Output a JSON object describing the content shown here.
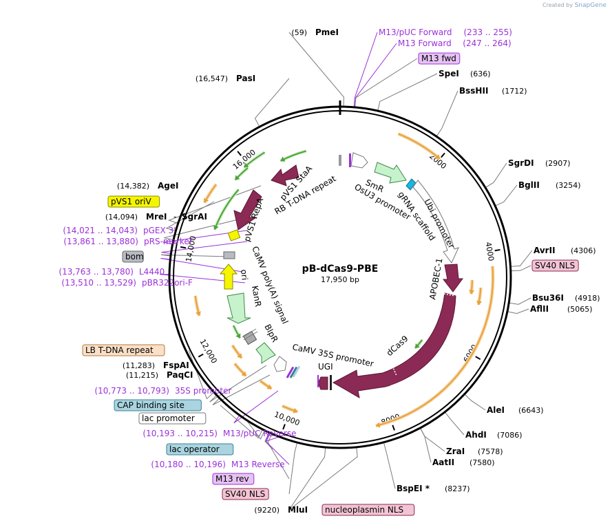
{
  "credit": {
    "prefix": "Created by",
    "brand": "SnapGene"
  },
  "plasmid": {
    "name": "pB-dCas9-PBE",
    "size_label": "17,950 bp",
    "total_bp": 17950
  },
  "tick_labels": [
    {
      "label": "2000",
      "bp": 2000
    },
    {
      "label": "4000",
      "bp": 4000
    },
    {
      "label": "6000",
      "bp": 6000
    },
    {
      "label": "8000",
      "bp": 8000
    },
    {
      "label": "10,000",
      "bp": 10000
    },
    {
      "label": "12,000",
      "bp": 12000
    },
    {
      "label": "14,000",
      "bp": 14000
    },
    {
      "label": "16,000",
      "bp": 16000
    }
  ],
  "sites": [
    {
      "pos": "(59)",
      "name": "PmeI",
      "bp": 59,
      "color": "#000000",
      "side": "left",
      "bold": true
    },
    {
      "pos": "",
      "name": "M13/pUC Forward",
      "range": "(233 .. 255)",
      "bp": 233,
      "color": "#9b30d9",
      "side": "right"
    },
    {
      "pos": "",
      "name": "M13 Forward",
      "range": "(247 .. 264)",
      "bp": 247,
      "color": "#9b30d9",
      "side": "right"
    },
    {
      "pos": "",
      "name": "M13 fwd",
      "bp": 250,
      "color": "#000000",
      "side": "right",
      "box": "#e6c3f2",
      "boxborder": "#9b30d9"
    },
    {
      "pos": "(636)",
      "name": "SpeI",
      "bp": 636,
      "color": "#000000",
      "side": "right",
      "bold": true
    },
    {
      "pos": "(1712)",
      "name": "BssHII",
      "bp": 1712,
      "color": "#000000",
      "side": "right",
      "bold": true
    },
    {
      "pos": "(2907)",
      "name": "SgrDI",
      "bp": 2907,
      "color": "#000000",
      "side": "right",
      "bold": true
    },
    {
      "pos": "(3254)",
      "name": "BglII",
      "bp": 3254,
      "color": "#000000",
      "side": "right",
      "bold": true
    },
    {
      "pos": "(4306)",
      "name": "AvrII",
      "bp": 4306,
      "color": "#000000",
      "side": "right",
      "bold": true
    },
    {
      "pos": "",
      "name": "SV40 NLS",
      "bp": 4380,
      "color": "#000000",
      "side": "right",
      "box": "#f2c4d4",
      "boxborder": "#8b2a55"
    },
    {
      "pos": "(4918)",
      "name": "Bsu36I",
      "bp": 4918,
      "color": "#000000",
      "side": "right",
      "bold": true
    },
    {
      "pos": "(5065)",
      "name": "AflII",
      "bp": 5065,
      "color": "#000000",
      "side": "right",
      "bold": true
    },
    {
      "pos": "(6643)",
      "name": "AleI",
      "bp": 6643,
      "color": "#000000",
      "side": "right",
      "bold": true
    },
    {
      "pos": "(7086)",
      "name": "AhdI",
      "bp": 7086,
      "color": "#000000",
      "side": "right",
      "bold": true
    },
    {
      "pos": "(7578)",
      "name": "ZraI",
      "bp": 7578,
      "color": "#000000",
      "side": "right",
      "bold": true
    },
    {
      "pos": "(7580)",
      "name": "AatII",
      "bp": 7580,
      "color": "#000000",
      "side": "right",
      "bold": true
    },
    {
      "pos": "(8237)",
      "name": "BspEI *",
      "bp": 8237,
      "color": "#000000",
      "side": "right",
      "bold": true
    },
    {
      "pos": "",
      "name": "nucleoplasmin NLS",
      "bp": 8700,
      "color": "#000000",
      "side": "left",
      "box": "#f2c4d4",
      "boxborder": "#8b2a55"
    },
    {
      "pos": "(9220)",
      "name": "MluI",
      "bp": 9220,
      "color": "#000000",
      "side": "left",
      "bold": true
    },
    {
      "pos": "",
      "name": "SV40 NLS",
      "bp": 9700,
      "color": "#000000",
      "side": "left",
      "box": "#f2c4d4",
      "boxborder": "#8b2a55"
    },
    {
      "pos": "",
      "name": "M13 rev",
      "bp": 10150,
      "color": "#000000",
      "side": "left",
      "box": "#e6c3f2",
      "boxborder": "#9b30d9"
    },
    {
      "pos": "",
      "name": "M13 Reverse",
      "range": "(10,180 .. 10,196)",
      "bp": 10180,
      "color": "#9b30d9",
      "side": "left"
    },
    {
      "pos": "",
      "name": "lac operator",
      "bp": 10200,
      "color": "#000000",
      "side": "left",
      "box": "#a9d4e0",
      "boxborder": "#3a7f96"
    },
    {
      "pos": "",
      "name": "M13/pUC Reverse",
      "range": "(10,193 .. 10,215)",
      "bp": 10193,
      "color": "#9b30d9",
      "side": "left"
    },
    {
      "pos": "",
      "name": "lac promoter",
      "bp": 10280,
      "color": "#000000",
      "side": "left",
      "box": "#ffffff",
      "boxborder": "#777777"
    },
    {
      "pos": "",
      "name": "CAP binding site",
      "bp": 10320,
      "color": "#000000",
      "side": "left",
      "box": "#a9d4e0",
      "boxborder": "#3a7f96"
    },
    {
      "pos": "",
      "name": "35S promoter",
      "range": "(10,773 .. 10,793)",
      "bp": 10773,
      "color": "#9b30d9",
      "side": "left"
    },
    {
      "pos": "(11,215)",
      "name": "PaqCI",
      "bp": 11215,
      "color": "#000000",
      "side": "left",
      "bold": true
    },
    {
      "pos": "(11,283)",
      "name": "FspAI",
      "bp": 11283,
      "color": "#000000",
      "side": "left",
      "bold": true
    },
    {
      "pos": "",
      "name": "LB T-DNA repeat",
      "bp": 11350,
      "color": "#000000",
      "side": "left",
      "box": "#fbe0c8",
      "boxborder": "#b07840"
    },
    {
      "pos": "",
      "name": "pBR322ori-F",
      "range": "(13,510 .. 13,529)",
      "bp": 13510,
      "color": "#9b30d9",
      "side": "left"
    },
    {
      "pos": "",
      "name": "L4440",
      "range": "(13,763 .. 13,780)",
      "bp": 13763,
      "color": "#9b30d9",
      "side": "left"
    },
    {
      "pos": "",
      "name": "bom",
      "bp": 13820,
      "color": "#000000",
      "side": "left",
      "box": "#b8bcc2",
      "boxborder": "#666666"
    },
    {
      "pos": "",
      "name": "pRS-marker",
      "range": "(13,861 .. 13,880)",
      "bp": 13861,
      "color": "#9b30d9",
      "side": "left"
    },
    {
      "pos": "",
      "name": "pGEX 3'",
      "range": "(14,021 .. 14,043)",
      "bp": 14021,
      "color": "#9b30d9",
      "side": "left"
    },
    {
      "pos": "(14,094)",
      "name": "MreI",
      "name2": "SgrAI",
      "bp": 14094,
      "color": "#000000",
      "side": "left",
      "bold": true
    },
    {
      "pos": "",
      "name": "pVS1 oriV",
      "bp": 14250,
      "color": "#000000",
      "side": "left",
      "box": "#f5f500",
      "boxborder": "#8a8a00"
    },
    {
      "pos": "(14,382)",
      "name": "AgeI",
      "bp": 14382,
      "color": "#000000",
      "side": "left",
      "bold": true
    },
    {
      "pos": "(16,547)",
      "name": "PasI",
      "bp": 16547,
      "color": "#000000",
      "side": "left",
      "bold": true
    }
  ],
  "features": [
    {
      "name": "SmR",
      "color": "#c6f2cc",
      "stroke": "#3c8a48"
    },
    {
      "name": "gRNA scaffold",
      "color": "#19b6e0",
      "stroke": "#0b7090"
    },
    {
      "name": "OsU3 promoter",
      "color": "#ffffff",
      "stroke": "#777777"
    },
    {
      "name": "Ubi promoter",
      "color": "#ffffff",
      "stroke": "#777777"
    },
    {
      "name": "APOBEC-1",
      "color": "#8b2a55",
      "stroke": "#5a1535"
    },
    {
      "name": "dCas9",
      "color": "#8b2a55",
      "stroke": "#5a1535"
    },
    {
      "name": "UGI",
      "color": "#8b2a55",
      "stroke": "#5a1535"
    },
    {
      "name": "CaMV 35S promoter",
      "color": "#ffffff",
      "stroke": "#777777"
    },
    {
      "name": "BlpR",
      "color": "#c6f2cc",
      "stroke": "#3c8a48"
    },
    {
      "name": "CaMV poly(A) signal",
      "color": "#ffffff",
      "stroke": "#777777"
    },
    {
      "name": "KanR",
      "color": "#c6f2cc",
      "stroke": "#3c8a48"
    },
    {
      "name": "ori",
      "color": "#f5f500",
      "stroke": "#8a8a00"
    },
    {
      "name": "pVS1 RepA",
      "color": "#8b2a55",
      "stroke": "#5a1535"
    },
    {
      "name": "pVS1 StaA",
      "color": "#8b2a55",
      "stroke": "#5a1535"
    },
    {
      "name": "RB T-DNA repeat",
      "color": "#ffffff",
      "stroke": "#777777"
    }
  ],
  "colors": {
    "backbone": "#000000",
    "orf": "#e8a13a",
    "orf_fill": "#f6d6a6",
    "green_orf": "#4aa338",
    "primer": "#9b30d9",
    "leader": "#7a7a7a"
  }
}
